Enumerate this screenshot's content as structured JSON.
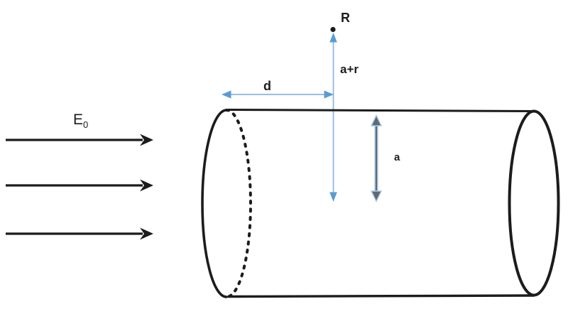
{
  "diagram": {
    "labels": {
      "incident_field_main": "E",
      "incident_field_sub": "0",
      "observation_point": "R",
      "distance_point_to_surface": "a+r",
      "distance_edge": "d",
      "radius": "a"
    },
    "colors": {
      "ink": "#1c1c1c",
      "blue": "#5b9bd5",
      "blue_line": "#8ab5e0",
      "blue_halo": "#a9c9e8",
      "gray": "#5f6a74",
      "background": "#ffffff"
    }
  }
}
